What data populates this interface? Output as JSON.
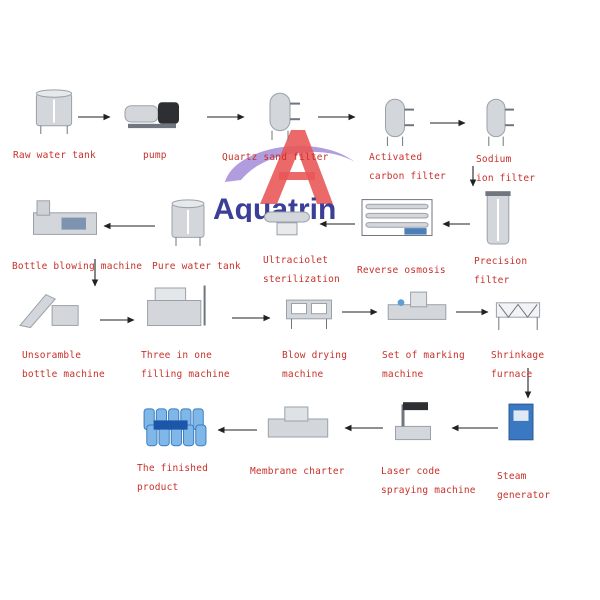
{
  "watermark": {
    "text": "Aquatrin",
    "colors": {
      "text": "#2b2f8f",
      "letter_a": "#e84a4a",
      "arc": "#8e6fcf"
    }
  },
  "colors": {
    "label": "#c8302a",
    "arrow": "#222222",
    "steel": "#b9bec4"
  },
  "steps": [
    {
      "id": "raw-water-tank",
      "lines": [
        "Raw water tank"
      ],
      "icon": "tank-icon"
    },
    {
      "id": "pump",
      "lines": [
        "pump"
      ],
      "icon": "pump-icon"
    },
    {
      "id": "quartz-sand-filter",
      "lines": [
        "Quartz sand filter"
      ],
      "icon": "filter-vessel-icon"
    },
    {
      "id": "activated-carbon-filter",
      "lines": [
        "Activated",
        "carbon filter"
      ],
      "icon": "filter-vessel-icon"
    },
    {
      "id": "sodium-ion-filter",
      "lines": [
        "Sodium",
        "ion filter"
      ],
      "icon": "filter-vessel-icon"
    },
    {
      "id": "precision-filter",
      "lines": [
        "Precision",
        "filter"
      ],
      "icon": "cartridge-filter-icon"
    },
    {
      "id": "reverse-osmosis",
      "lines": [
        "Reverse osmosis"
      ],
      "icon": "ro-skid-icon"
    },
    {
      "id": "ultraviolet-sterilization",
      "lines": [
        "Ultraciolet",
        "sterilization"
      ],
      "icon": "uv-unit-icon"
    },
    {
      "id": "pure-water-tank",
      "lines": [
        "Pure water tank"
      ],
      "icon": "tank-icon"
    },
    {
      "id": "bottle-blowing-machine",
      "lines": [
        "Bottle blowing machine"
      ],
      "icon": "blowing-machine-icon"
    },
    {
      "id": "unscramble-bottle-machine",
      "lines": [
        "Unsoramble",
        "bottle machine"
      ],
      "icon": "conveyor-icon"
    },
    {
      "id": "three-in-one-filling-machine",
      "lines": [
        "Three in one",
        "filling machine"
      ],
      "icon": "filler-icon"
    },
    {
      "id": "blow-drying-machine",
      "lines": [
        "Blow drying",
        "machine"
      ],
      "icon": "dryer-icon"
    },
    {
      "id": "set-of-marking-machine",
      "lines": [
        "Set of marking",
        "machine"
      ],
      "icon": "labeler-icon"
    },
    {
      "id": "shrinkage-furnace",
      "lines": [
        "Shrinkage",
        "furnace"
      ],
      "icon": "shrink-tunnel-icon"
    },
    {
      "id": "steam-generator",
      "lines": [
        "Steam",
        "generator"
      ],
      "icon": "steam-generator-icon"
    },
    {
      "id": "laser-code-spraying-machine",
      "lines": [
        "Laser code",
        "spraying machine"
      ],
      "icon": "laser-coder-icon"
    },
    {
      "id": "membrane-charter",
      "lines": [
        "Membrane charter"
      ],
      "icon": "wrapper-icon"
    },
    {
      "id": "the-finished-product",
      "lines": [
        "The finished",
        "product"
      ],
      "icon": "bottle-pack-icon"
    }
  ],
  "arrows": [
    [
      "raw-water-tank",
      "pump"
    ],
    [
      "pump",
      "quartz-sand-filter"
    ],
    [
      "quartz-sand-filter",
      "activated-carbon-filter"
    ],
    [
      "activated-carbon-filter",
      "sodium-ion-filter"
    ],
    [
      "sodium-ion-filter",
      "precision-filter"
    ],
    [
      "precision-filter",
      "reverse-osmosis"
    ],
    [
      "reverse-osmosis",
      "ultraviolet-sterilization"
    ],
    [
      "pure-water-tank",
      "bottle-blowing-machine"
    ],
    [
      "bottle-blowing-machine",
      "unscramble-bottle-machine"
    ],
    [
      "unscramble-bottle-machine",
      "three-in-one-filling-machine"
    ],
    [
      "three-in-one-filling-machine",
      "blow-drying-machine"
    ],
    [
      "blow-drying-machine",
      "set-of-marking-machine"
    ],
    [
      "set-of-marking-machine",
      "shrinkage-furnace"
    ],
    [
      "shrinkage-furnace",
      "steam-generator"
    ],
    [
      "steam-generator",
      "laser-code-spraying-machine"
    ],
    [
      "laser-code-spraying-machine",
      "membrane-charter"
    ],
    [
      "membrane-charter",
      "the-finished-product"
    ]
  ]
}
